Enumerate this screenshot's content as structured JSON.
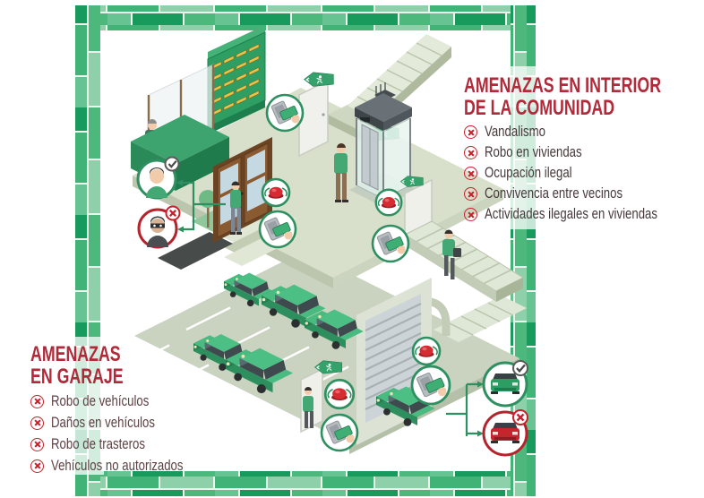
{
  "interior_panel": {
    "title_line1": "AMENAZAS EN INTERIOR",
    "title_line2": "DE LA COMUNIDAD",
    "items": [
      "Vandalismo",
      "Robo en viviendas",
      "Ocupación ilegal",
      "Convivencia entre vecinos",
      "Actividades ilegales en viviendas"
    ]
  },
  "garage_panel": {
    "title_line1": "AMENAZAS",
    "title_line2": "EN GARAJE",
    "items": [
      "Robo de vehículos",
      "Daños en vehículos",
      "Robo de trasteros",
      "Vehículos no autorizados"
    ]
  },
  "colors": {
    "title_red": "#b12a3a",
    "interior_item_text": "#46393b",
    "garage_item_text": "#5d4145",
    "threat_icon_red": "#c6202b",
    "accent_green": "#2e9060",
    "car_green": "#3fae74",
    "denied_red": "#c4262e",
    "alarm_red": "#d62b30",
    "brick_light": "#8ed0a9",
    "brick_mid": "#4db87c",
    "brick_dark": "#189a5c"
  },
  "icons": {
    "threat": "circled-x-icon",
    "allowed": "check-badge-icon",
    "denied": "x-badge-icon",
    "exit": "running-man-arrow-sign",
    "alarm": "red-dome-alarm-button",
    "access_control": "card-reader-with-hand"
  }
}
